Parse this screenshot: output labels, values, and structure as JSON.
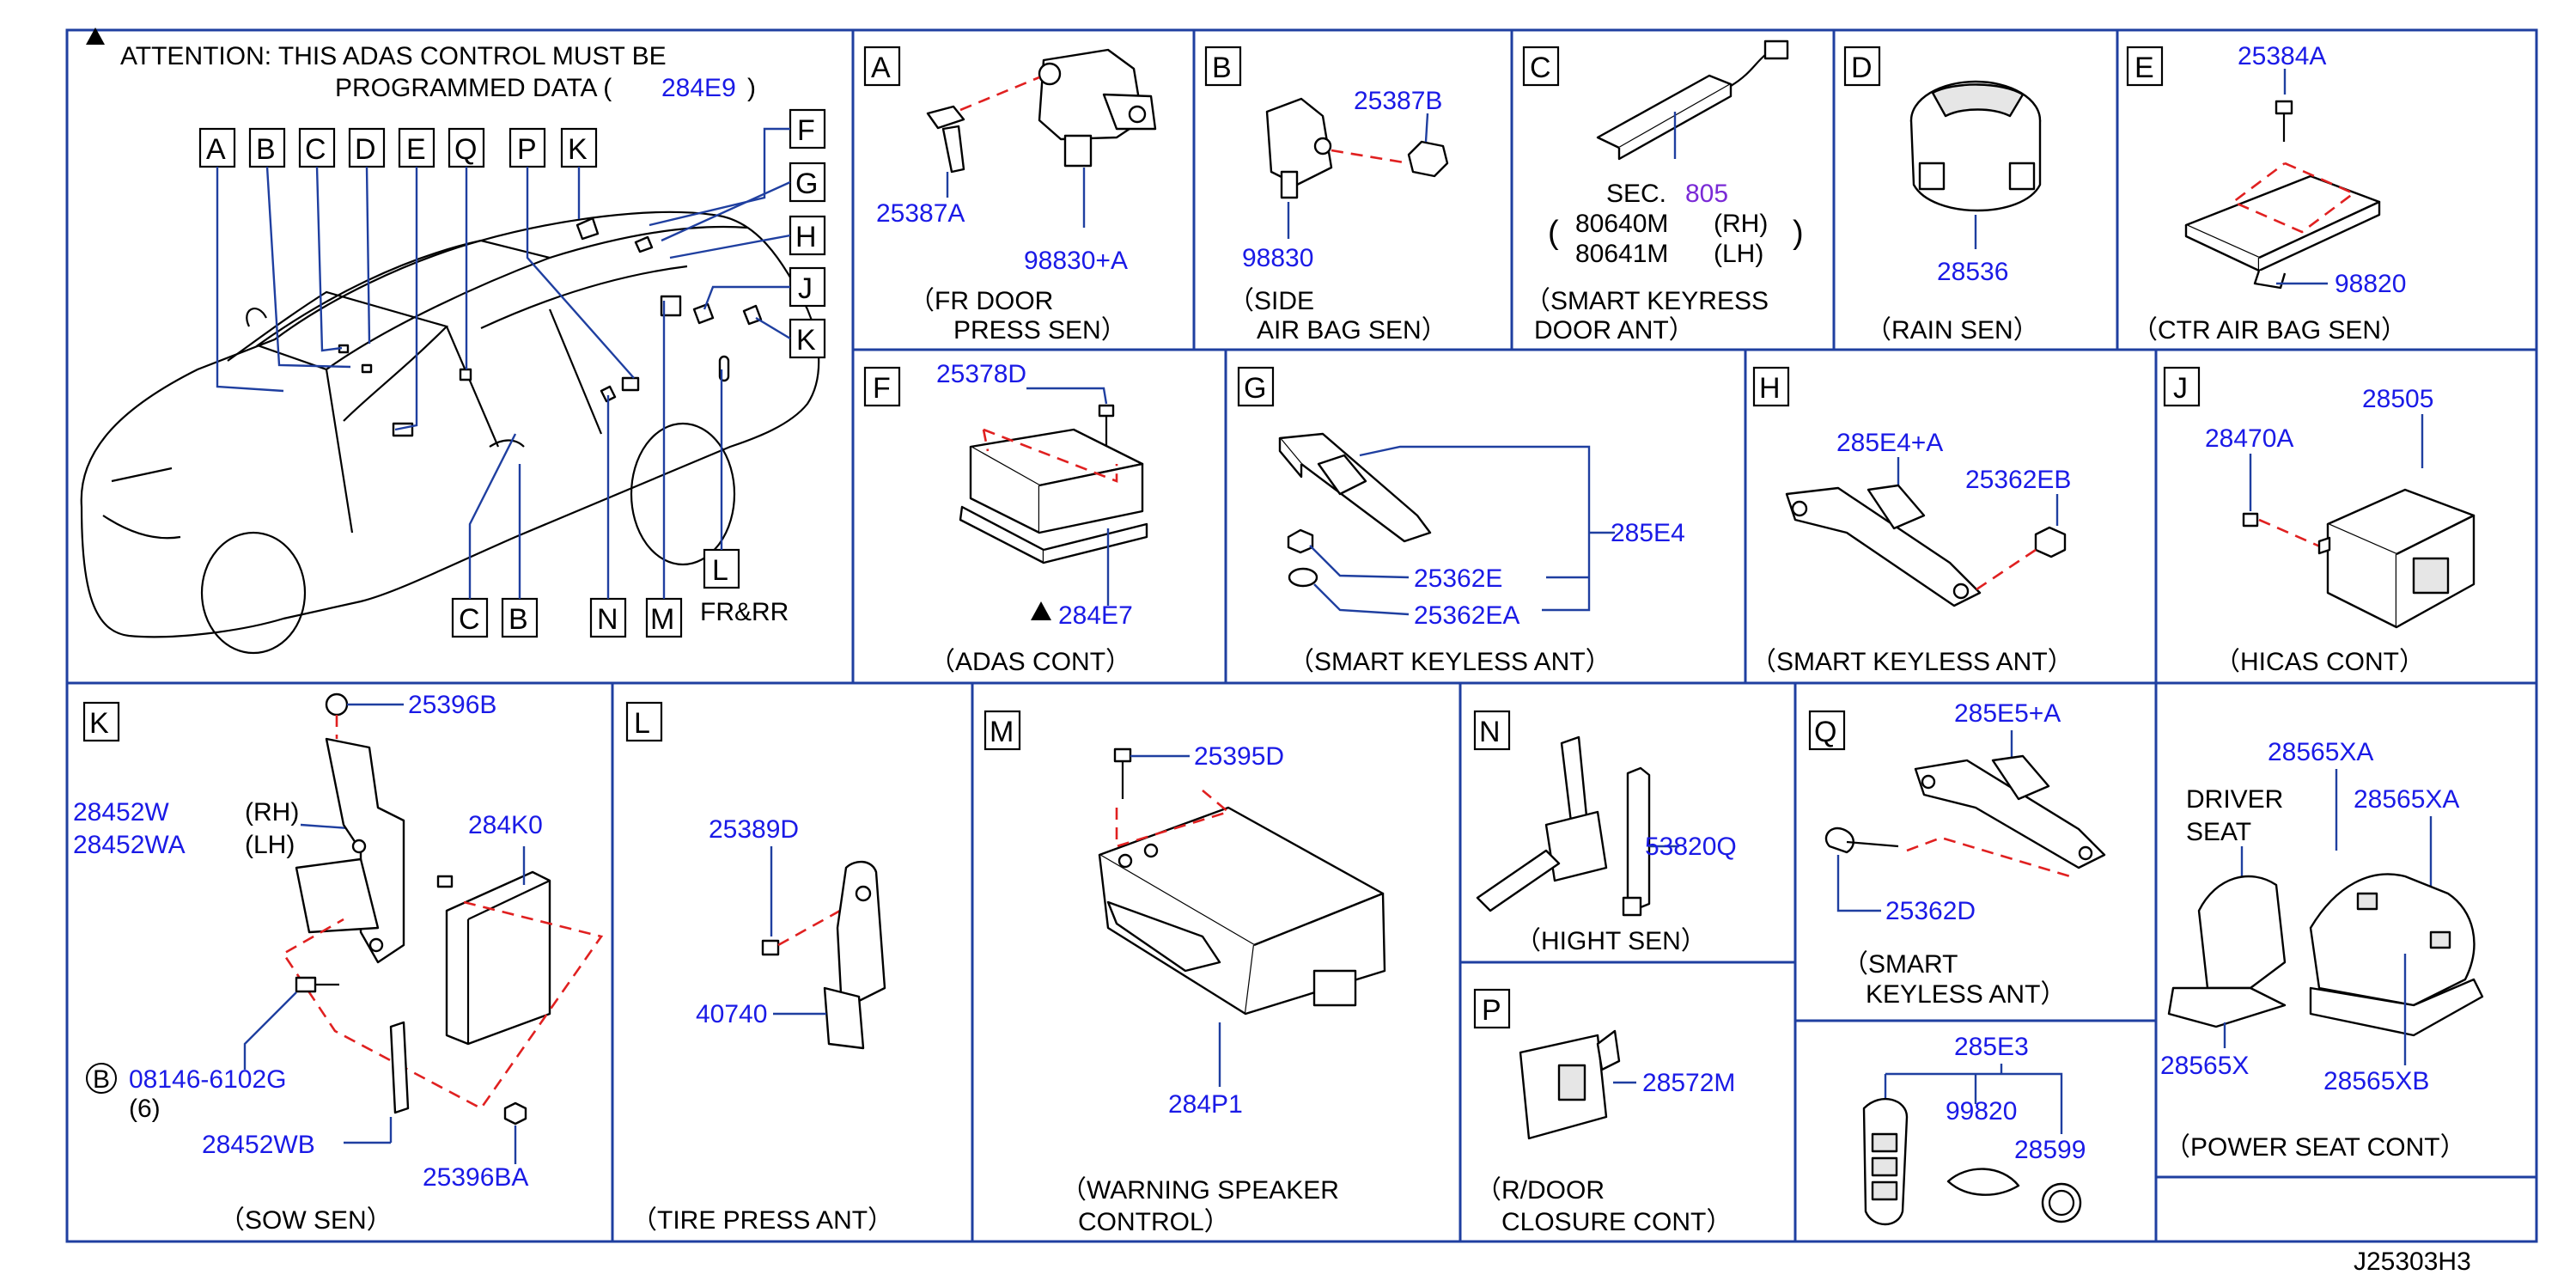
{
  "overview": {
    "attention_line1": "ATTENTION:  THIS  ADAS  CONTROL  MUST  BE",
    "attention_line2": "PROGRAMMED  DATA  (",
    "attention_code": "284E9",
    "attention_close": ")",
    "top_letters": [
      "A",
      "B",
      "C",
      "D",
      "E",
      "Q",
      "P",
      "K"
    ],
    "right_letters": [
      "F",
      "G",
      "H",
      "J",
      "K"
    ],
    "bottom_letters": [
      "C",
      "B",
      "N",
      "M",
      "L"
    ],
    "fr_rr": "FR&RR"
  },
  "cells": {
    "A": {
      "letter": "A",
      "p1": "25387A",
      "p2": "98830+A",
      "cap1": "（FR  DOOR",
      "cap2": "PRESS  SEN）"
    },
    "B": {
      "letter": "B",
      "p1": "25387B",
      "p2": "98830",
      "cap1": "（SIDE",
      "cap2": "AIR  BAG  SEN）"
    },
    "C": {
      "letter": "C",
      "sec": "SEC.",
      "sec_num": "805",
      "r1": "80640M",
      "r1s": "(RH)",
      "r2": "80641M",
      "r2s": "(LH)",
      "cap1": "（SMART  KEYRESS",
      "cap2": "DOOR  ANT）"
    },
    "D": {
      "letter": "D",
      "p1": "28536",
      "cap1": "（RAIN  SEN）"
    },
    "E": {
      "letter": "E",
      "p1": "25384A",
      "p2": "98820",
      "cap1": "（CTR  AIR  BAG  SEN）"
    },
    "F": {
      "letter": "F",
      "p1": "25378D",
      "p2": "284E7",
      "cap1": "（ADAS  CONT）"
    },
    "G": {
      "letter": "G",
      "p1": "285E4",
      "p2": "25362E",
      "p3": "25362EA",
      "cap1": "（SMART  KEYLESS  ANT）"
    },
    "H": {
      "letter": "H",
      "p1": "285E4+A",
      "p2": "25362EB",
      "cap1": "（SMART  KEYLESS  ANT）"
    },
    "J": {
      "letter": "J",
      "p1": "28470A",
      "p2": "28505",
      "cap1": "（HICAS  CONT）"
    },
    "K": {
      "letter": "K",
      "p1": "25396B",
      "p2": "28452W",
      "p2s": "(RH)",
      "p3": "28452WA",
      "p3s": "(LH)",
      "p4": "284K0",
      "p5": "08146-6102G",
      "p5q": "(6)",
      "p6": "28452WB",
      "p7": "25396BA",
      "cap1": "（SOW  SEN）",
      "circle": "B"
    },
    "L": {
      "letter": "L",
      "p1": "25389D",
      "p2": "40740",
      "cap1": "（TIRE  PRESS  ANT）"
    },
    "M": {
      "letter": "M",
      "p1": "25395D",
      "p2": "284P1",
      "cap1": "（WARNING  SPEAKER",
      "cap2": "CONTROL）"
    },
    "N": {
      "letter": "N",
      "p1": "53820Q",
      "cap1": "（HIGHT  SEN）"
    },
    "P": {
      "letter": "P",
      "p1": "28572M",
      "cap1": "（R/DOOR",
      "cap2": "CLOSURE  CONT）"
    },
    "Q": {
      "letter": "Q",
      "p1": "285E5+A",
      "p2": "25362D",
      "cap1": "（SMART",
      "cap2": "KEYLESS  ANT）"
    },
    "KEY": {
      "p1": "285E3",
      "p2": "99820",
      "p3": "28599"
    },
    "SEAT": {
      "p1": "28565XA",
      "p2": "28565XA",
      "p3": "28565X",
      "p4": "28565XB",
      "d1": "DRIVER",
      "d2": "SEAT",
      "cap1": "（POWER  SEAT  CONT）"
    }
  },
  "figure_code": "J25303H3",
  "colors": {
    "grid": "#1f3fa0",
    "part_number": "#1a1ae6",
    "section_ref": "#7a2ad6",
    "dashed_leader": "#e02020"
  }
}
